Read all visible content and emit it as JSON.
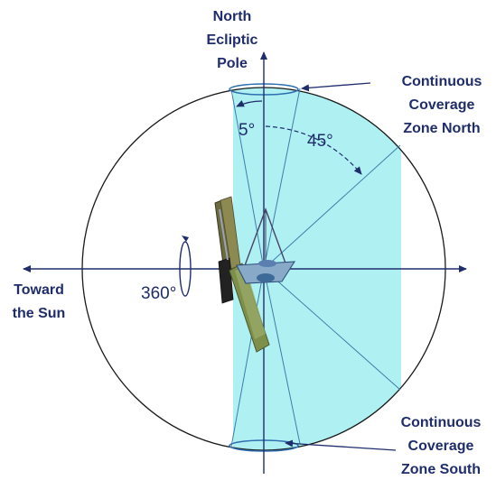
{
  "labels": {
    "north_pole": [
      "North",
      "Ecliptic",
      "Pole"
    ],
    "ccz_north": [
      "Continuous",
      "Coverage",
      "Zone North"
    ],
    "ccz_south": [
      "Continuous",
      "Coverage",
      "Zone South"
    ],
    "toward_sun": [
      "Toward",
      "the Sun"
    ],
    "angle_5": "5°",
    "angle_45": "45°",
    "rotation_360": "360°"
  },
  "colors": {
    "field_of_regard_fill": "#aff0f3",
    "axis": "#1f2d6b",
    "circle": "#1a1a1a",
    "label": "#1f2d6b"
  }
}
